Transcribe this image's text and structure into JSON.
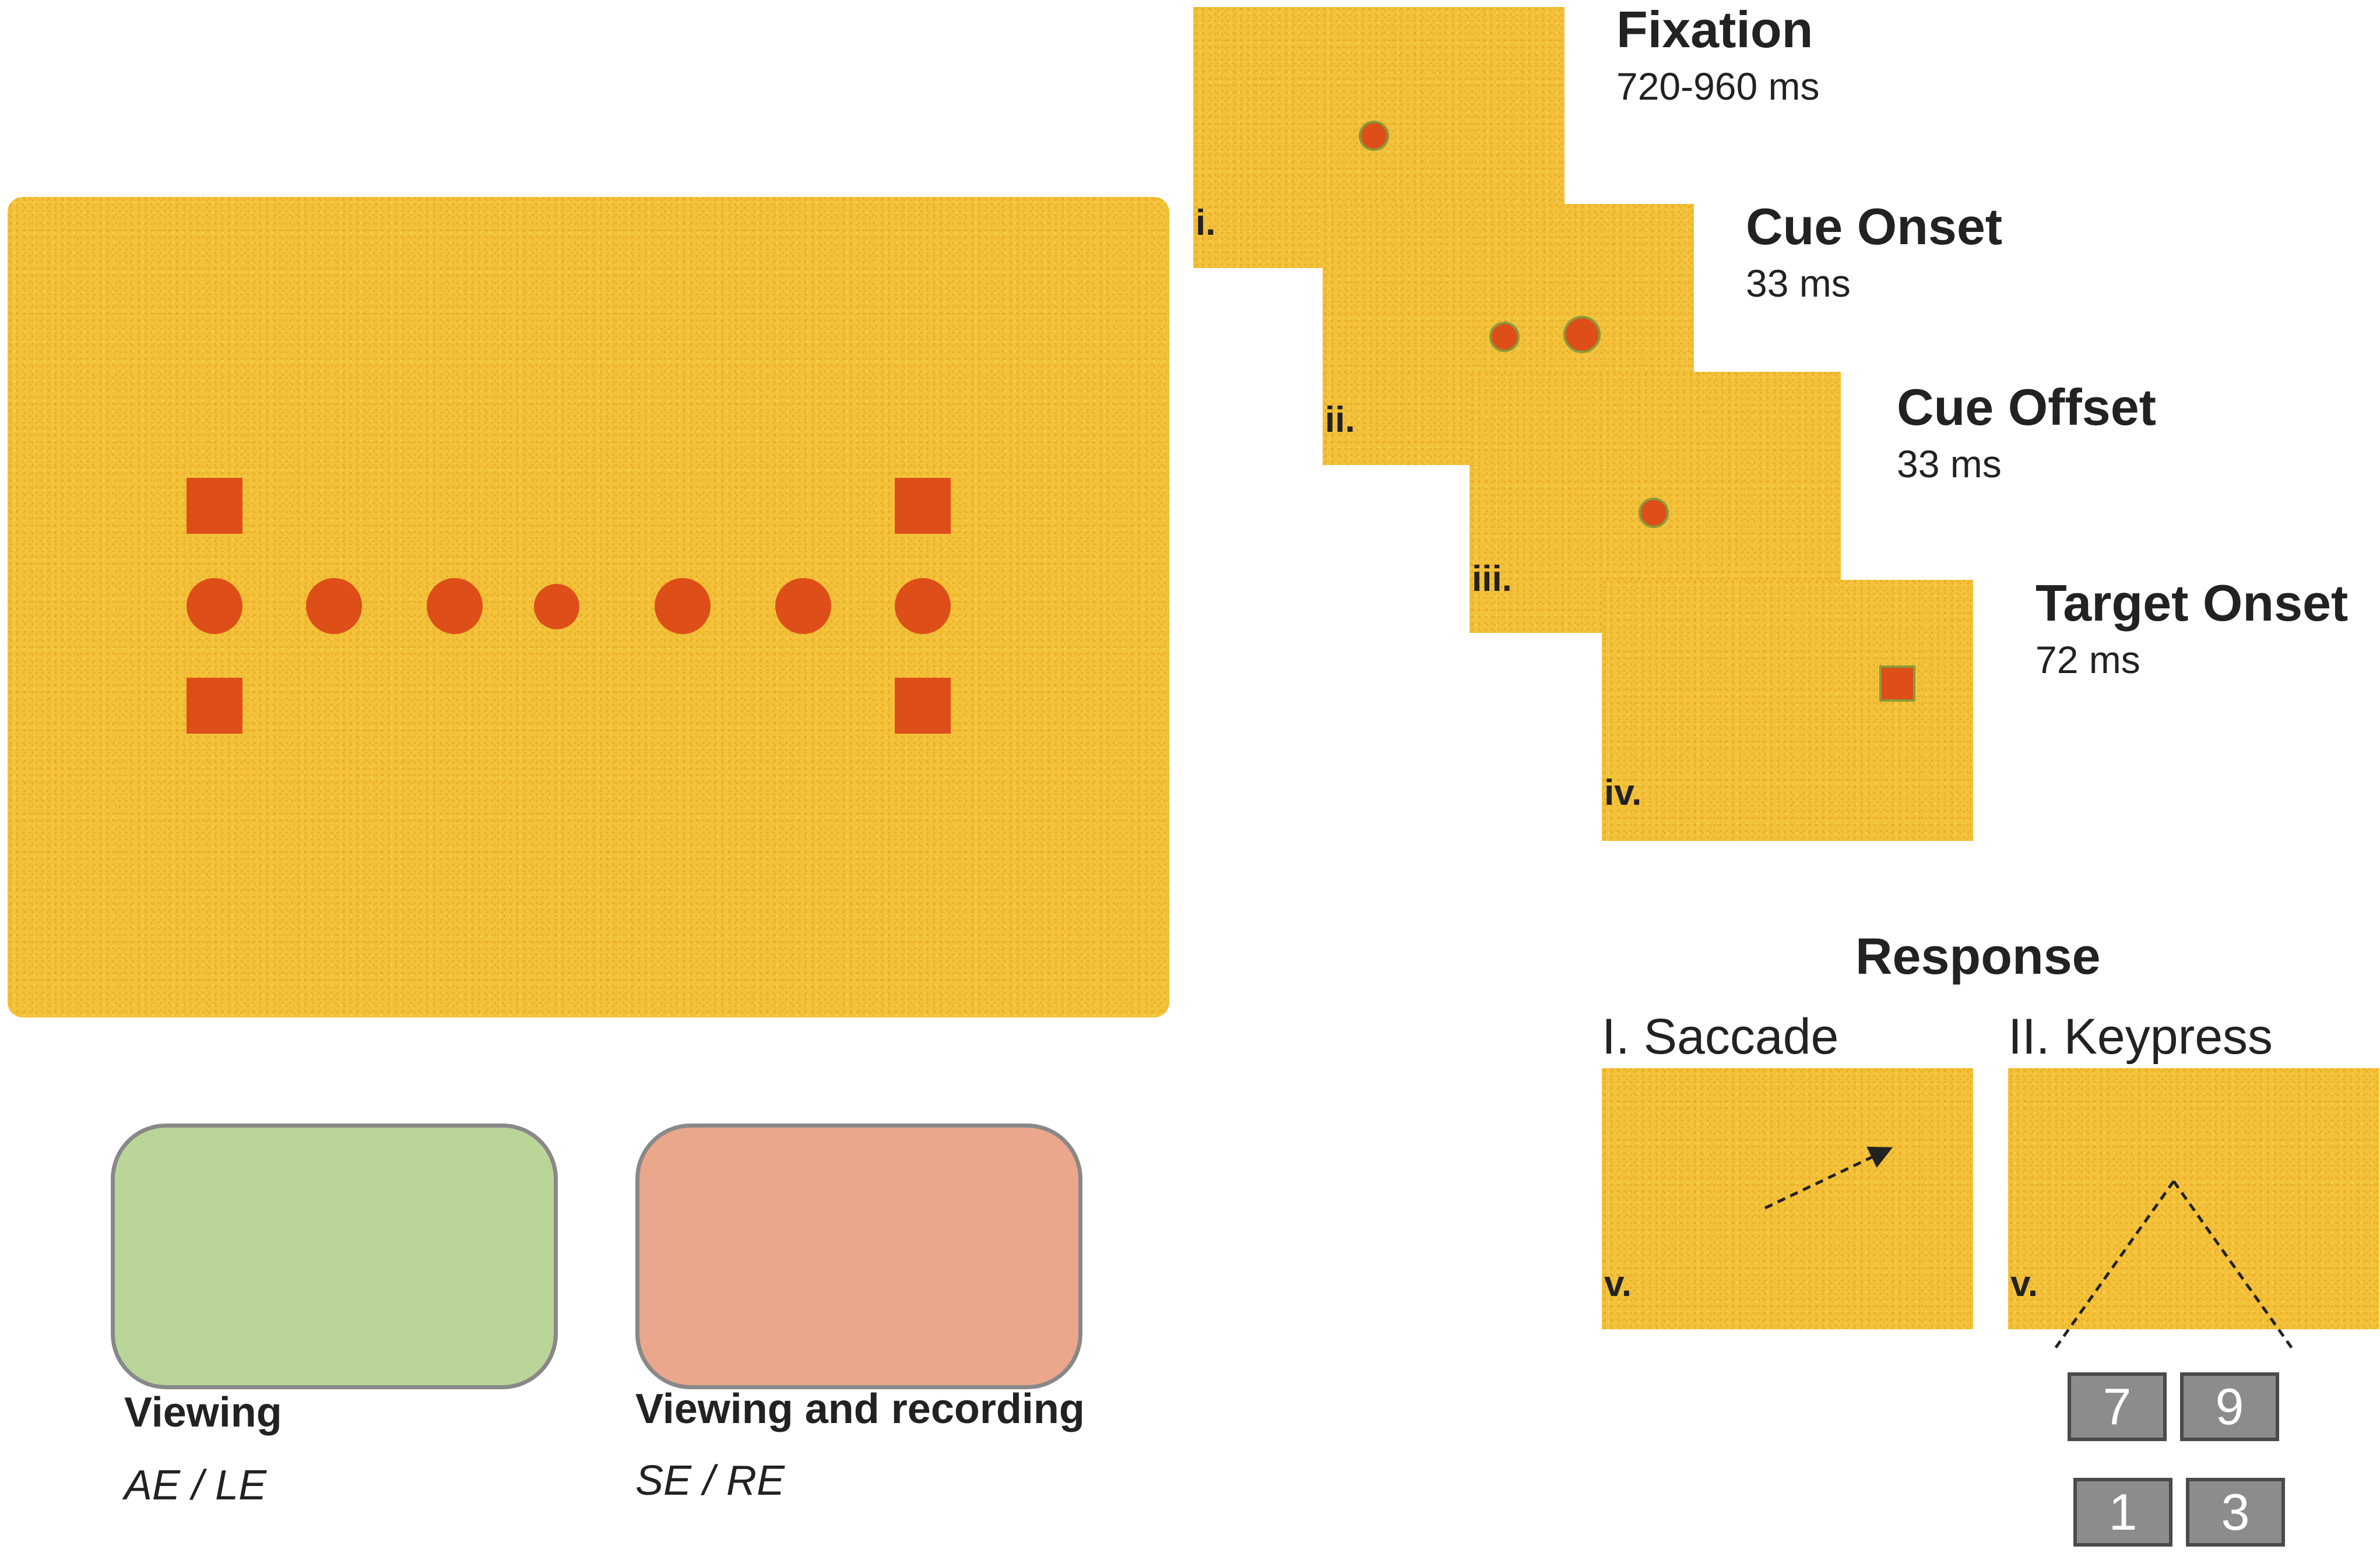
{
  "stages": [
    {
      "numeral": "i.",
      "title": "Fixation",
      "duration": "720-960 ms"
    },
    {
      "numeral": "ii.",
      "title": "Cue Onset",
      "duration": "33 ms"
    },
    {
      "numeral": "iii.",
      "title": "Cue Offset",
      "duration": "33 ms"
    },
    {
      "numeral": "iv.",
      "title": "Target Onset",
      "duration": "72 ms"
    }
  ],
  "response": {
    "heading": "Response",
    "saccade": {
      "label": "I. Saccade",
      "numeral": "v."
    },
    "keypress": {
      "label": "II. Keypress",
      "numeral": "v.",
      "keys": [
        "7",
        "9",
        "1",
        "3"
      ]
    }
  },
  "legend": [
    {
      "title": "Viewing",
      "subtitle": "AE / LE",
      "color": "#b9d597"
    },
    {
      "title": "Viewing and recording",
      "subtitle": "SE / RE",
      "color": "#eaa78b"
    }
  ],
  "colors": {
    "background_noise": "#f3c23a",
    "stimulus": "#dd4e18",
    "key": "#8c8c8c"
  }
}
